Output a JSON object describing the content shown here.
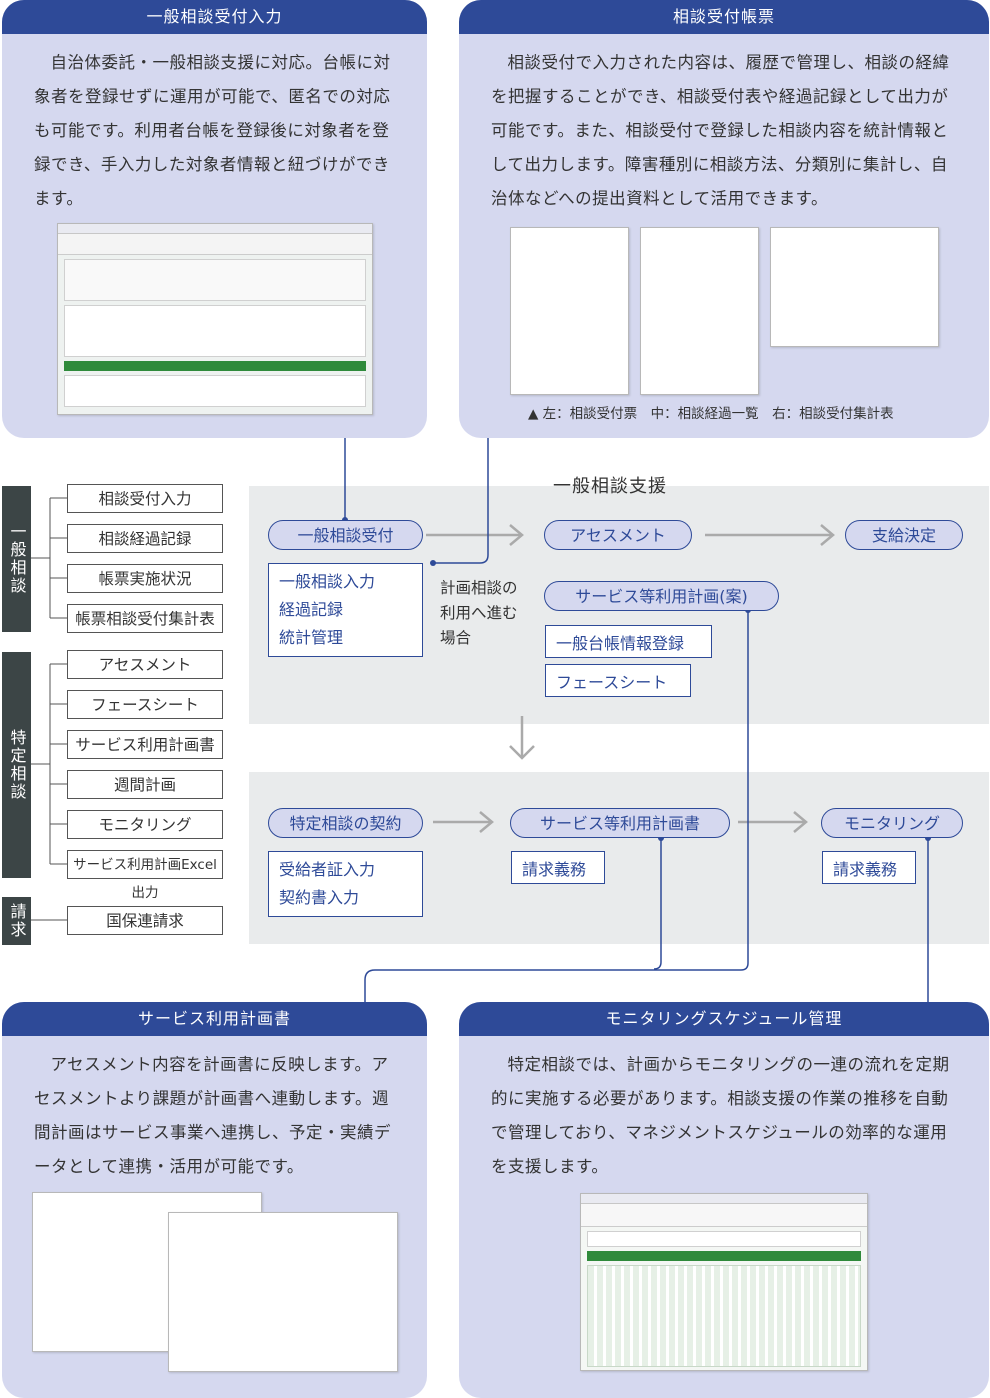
{
  "panels": {
    "ippan_uketsuke": {
      "title": "一般相談受付入力",
      "body": "自治体委託・一般相談支援に対応。台帳に対象者を登録せずに運用が可能で、匿名での対応も可能です。利用者台帳を登録後に対象者を登録でき、手入力した対象者情報と紐づけができます。"
    },
    "soudan_chohyo": {
      "title": "相談受付帳票",
      "body": "相談受付で入力された内容は、履歴で管理し、相談の経緯を把握することができ、相談受付表や経過記録として出力が可能です。また、相談受付で登録した相談内容を統計情報として出力します。障害種別に相談方法、分類別に集計し、自治体などへの提出資料として活用できます。",
      "caption": "▲ 左：相談受付票　中：相談経過一覧　右：相談受付集計表"
    },
    "service_keikaku": {
      "title": "サービス利用計画書",
      "body": "アセスメント内容を計画書に反映します。アセスメントより課題が計画書へ連動します。週間計画はサービス事業へ連携し、予定・実績データとして連携・活用が可能です。"
    },
    "monitoring": {
      "title": "モニタリングスケジュール管理",
      "body": "特定相談では、計画からモニタリングの一連の流れを定期的に実施する必要があります。相談支援の作業の推移を自動で管理しており、マネジメントスケジュールの効率的な運用を支援します。"
    }
  },
  "sidebar": {
    "groups": [
      {
        "label": "一般相談",
        "items": [
          "相談受付入力",
          "相談経過記録",
          "帳票実施状況",
          "帳票相談受付集計表"
        ]
      },
      {
        "label": "特定相談",
        "items": [
          "アセスメント",
          "フェースシート",
          "サービス利用計画書",
          "週間計画",
          "モニタリング",
          "サービス利用計画Excel出力"
        ]
      },
      {
        "label": "請求",
        "items": [
          "国保連請求"
        ]
      }
    ]
  },
  "flow": {
    "zone_title": "一般相談支援",
    "nodes": {
      "ippan_uketsuke": "一般相談受付",
      "assessment": "アセスメント",
      "shikyu": "支給決定",
      "service_an": "サービス等利用計画(案)",
      "tokutei_keiyaku": "特定相談の契約",
      "service_keikakusho": "サービス等利用計画書",
      "monitoring": "モニタリング"
    },
    "boxes": {
      "ippan_detail": [
        "一般相談入力",
        "経過記録",
        "統計管理"
      ],
      "daicho": "一般台帳情報登録",
      "facesheet": "フェースシート",
      "keiyaku_detail": [
        "受給者証入力",
        "契約書入力"
      ],
      "seikyu1": "請求義務",
      "seikyu2": "請求義務"
    },
    "note": [
      "計画相談の",
      "利用へ進む",
      "場合"
    ]
  },
  "colors": {
    "accent": "#2e4a98",
    "panel_bg": "#d5d8ef",
    "side_tab": "#3c4546",
    "zone_bg": "#e9ebec"
  }
}
